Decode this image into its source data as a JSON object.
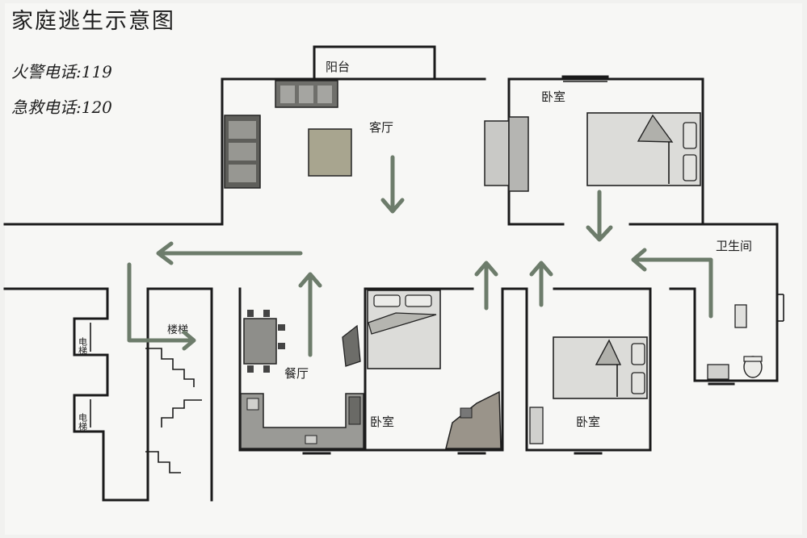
{
  "title": "家庭逃生示意图",
  "emergency": {
    "fire": "火警电话:119",
    "ambulance": "急救电话:120"
  },
  "rooms": {
    "balcony": "阳台",
    "living_room": "客厅",
    "bedroom_top_right": "卧室",
    "bathroom": "卫生间",
    "dining_room": "餐厅",
    "bedroom_middle": "卧室",
    "bedroom_bottom_right": "卧室",
    "stairs": "楼梯",
    "elevator_1": "电梯",
    "elevator_2": "电梯"
  },
  "colors": {
    "arrow": "#6d7c6b",
    "wall": "#1a1a1a",
    "paper": "#f6f6f4"
  }
}
